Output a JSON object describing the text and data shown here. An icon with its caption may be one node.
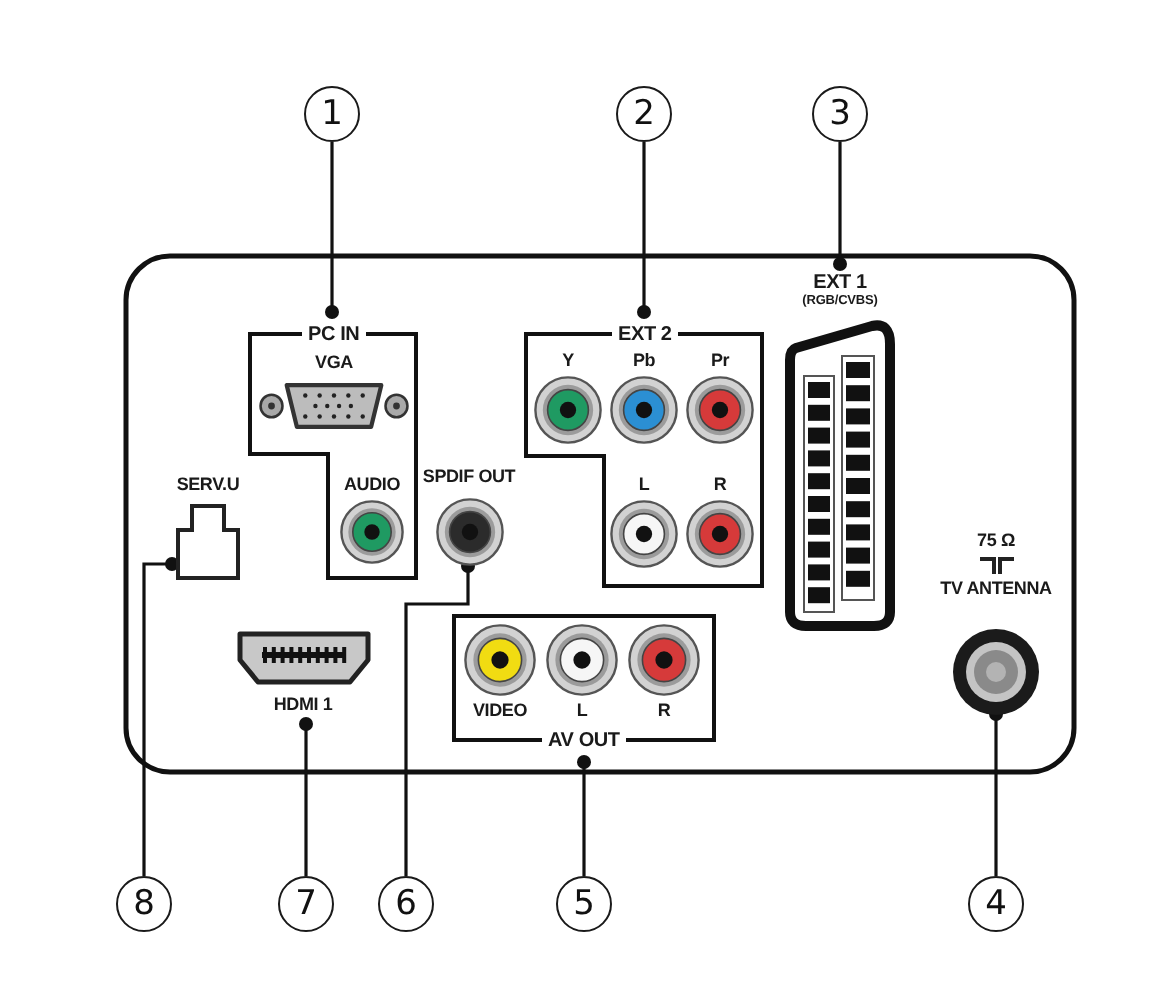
{
  "diagram": {
    "nodes": [
      {
        "text": [
          "1"
        ]
      },
      {
        "text": [
          "2"
        ]
      },
      {
        "text": [
          "3"
        ]
      },
      {
        "text": [
          "PC IN"
        ]
      },
      {
        "text": [
          "VGA"
        ],
        "in": 3
      },
      {
        "text": [
          "AUDIO"
        ],
        "in": 3
      },
      {
        "text": [
          "EXT 2"
        ]
      },
      {
        "text": [
          "Y"
        ],
        "in": 6
      },
      {
        "text": [
          "Pb"
        ],
        "in": 6
      },
      {
        "text": [
          "Pr"
        ],
        "in": 6
      },
      {
        "text": [
          "L"
        ],
        "in": 6
      },
      {
        "text": [
          "R"
        ],
        "in": 6
      },
      {
        "text": [
          "EXT 1",
          "(RGB/CVBS)"
        ]
      },
      {
        "text": [
          "SERV.U"
        ]
      },
      {
        "text": [
          "SPDIF OUT"
        ]
      },
      {
        "text": [
          "HDMI 1"
        ]
      },
      {
        "text": [
          "AV OUT"
        ]
      },
      {
        "text": [
          "VIDEO"
        ],
        "in": 16
      },
      {
        "text": [
          "L"
        ],
        "in": 16
      },
      {
        "text": [
          "R"
        ],
        "in": 16
      },
      {
        "text": [
          "75 Ω",
          "TV ANTENNA"
        ]
      },
      {
        "text": [
          "8"
        ]
      },
      {
        "text": [
          "7"
        ]
      },
      {
        "text": [
          "6"
        ]
      },
      {
        "text": [
          "5"
        ]
      },
      {
        "text": [
          "4"
        ]
      }
    ],
    "edges": [
      {
        "from": 0,
        "to": 3,
        "arrow": "other"
      },
      {
        "from": 1,
        "to": 6,
        "arrow": "other"
      },
      {
        "from": 2,
        "to": 12,
        "arrow": "other"
      },
      {
        "from": 25,
        "to": 20,
        "arrow": "other"
      },
      {
        "from": 24,
        "to": 16,
        "arrow": "other"
      },
      {
        "from": 23,
        "to": 14,
        "arrow": "other"
      },
      {
        "from": 22,
        "to": 15,
        "arrow": "other"
      },
      {
        "from": 21,
        "to": 13,
        "arrow": "other"
      }
    ]
  }
}
